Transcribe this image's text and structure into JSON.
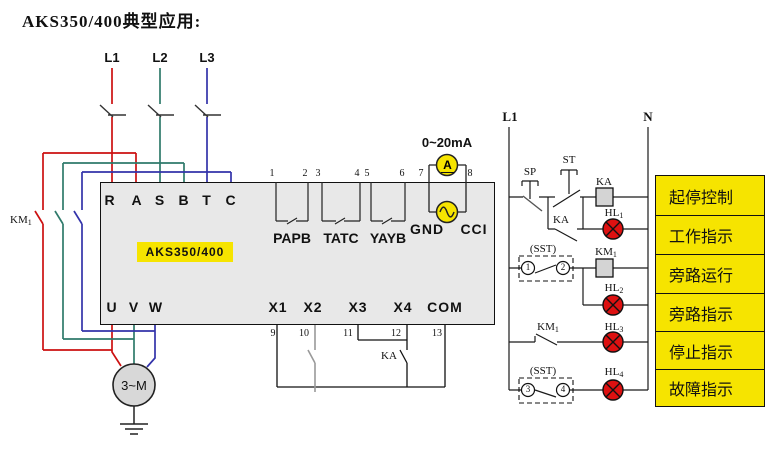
{
  "title": "AKS350/400典型应用:",
  "power": {
    "phase_labels": [
      "L1",
      "L2",
      "L3"
    ],
    "bypass_contactor_label": {
      "base": "KM",
      "sub": "1"
    },
    "motor_label": "3~M"
  },
  "device": {
    "model_label": "AKS350/400",
    "input_terminals": [
      "R",
      "A",
      "S",
      "B",
      "T",
      "C"
    ],
    "output_terminals": [
      "U",
      "V",
      "W"
    ],
    "io_terminals": [
      "X1",
      "X2",
      "X3",
      "X4",
      "COM"
    ],
    "top_terminal_numbers": [
      "1",
      "2",
      "3",
      "4",
      "5",
      "6",
      "7",
      "8"
    ],
    "bottom_terminal_numbers": [
      "9",
      "10",
      "11",
      "12",
      "13"
    ],
    "pair_labels": [
      "PAPB",
      "TATC",
      "YAYB"
    ],
    "analog_output": {
      "range_label": "0~20mA",
      "ammeter_letter": "A",
      "gnd_label": "GND",
      "cci_label": "CCI"
    },
    "ka_contact_label": {
      "base": "KA",
      "sub": ""
    }
  },
  "control": {
    "left_rail_label": "L1",
    "right_rail_label": "N",
    "stop_button_label": "SP",
    "start_button_label": "ST",
    "ka_coil_label": {
      "base": "KA",
      "sub": ""
    },
    "ka_contact_label": {
      "base": "KA",
      "sub": ""
    },
    "km1_coil_label": {
      "base": "KM",
      "sub": "1"
    },
    "km1_contact_label": {
      "base": "KM",
      "sub": "1"
    },
    "sst_boxes": [
      {
        "label": "(SST)",
        "terminal_numbers": [
          "1",
          "2"
        ]
      },
      {
        "label": "(SST)",
        "terminal_numbers": [
          "3",
          "4"
        ]
      }
    ],
    "lamp_labels": [
      {
        "base": "HL",
        "sub": "1"
      },
      {
        "base": "HL",
        "sub": "2"
      },
      {
        "base": "HL",
        "sub": "3"
      },
      {
        "base": "HL",
        "sub": "4"
      }
    ],
    "legend_labels": [
      "起停控制",
      "工作指示",
      "旁路运行",
      "旁路指示",
      "停止指示",
      "故障指示"
    ]
  },
  "colors": {
    "phase_l1": "#cc1111",
    "phase_l2": "#2f7a6b",
    "phase_l3": "#3333aa",
    "highlight_yellow": "#f6e400",
    "lamp_red": "#dd1111",
    "device_fill": "#e8e8e8"
  }
}
